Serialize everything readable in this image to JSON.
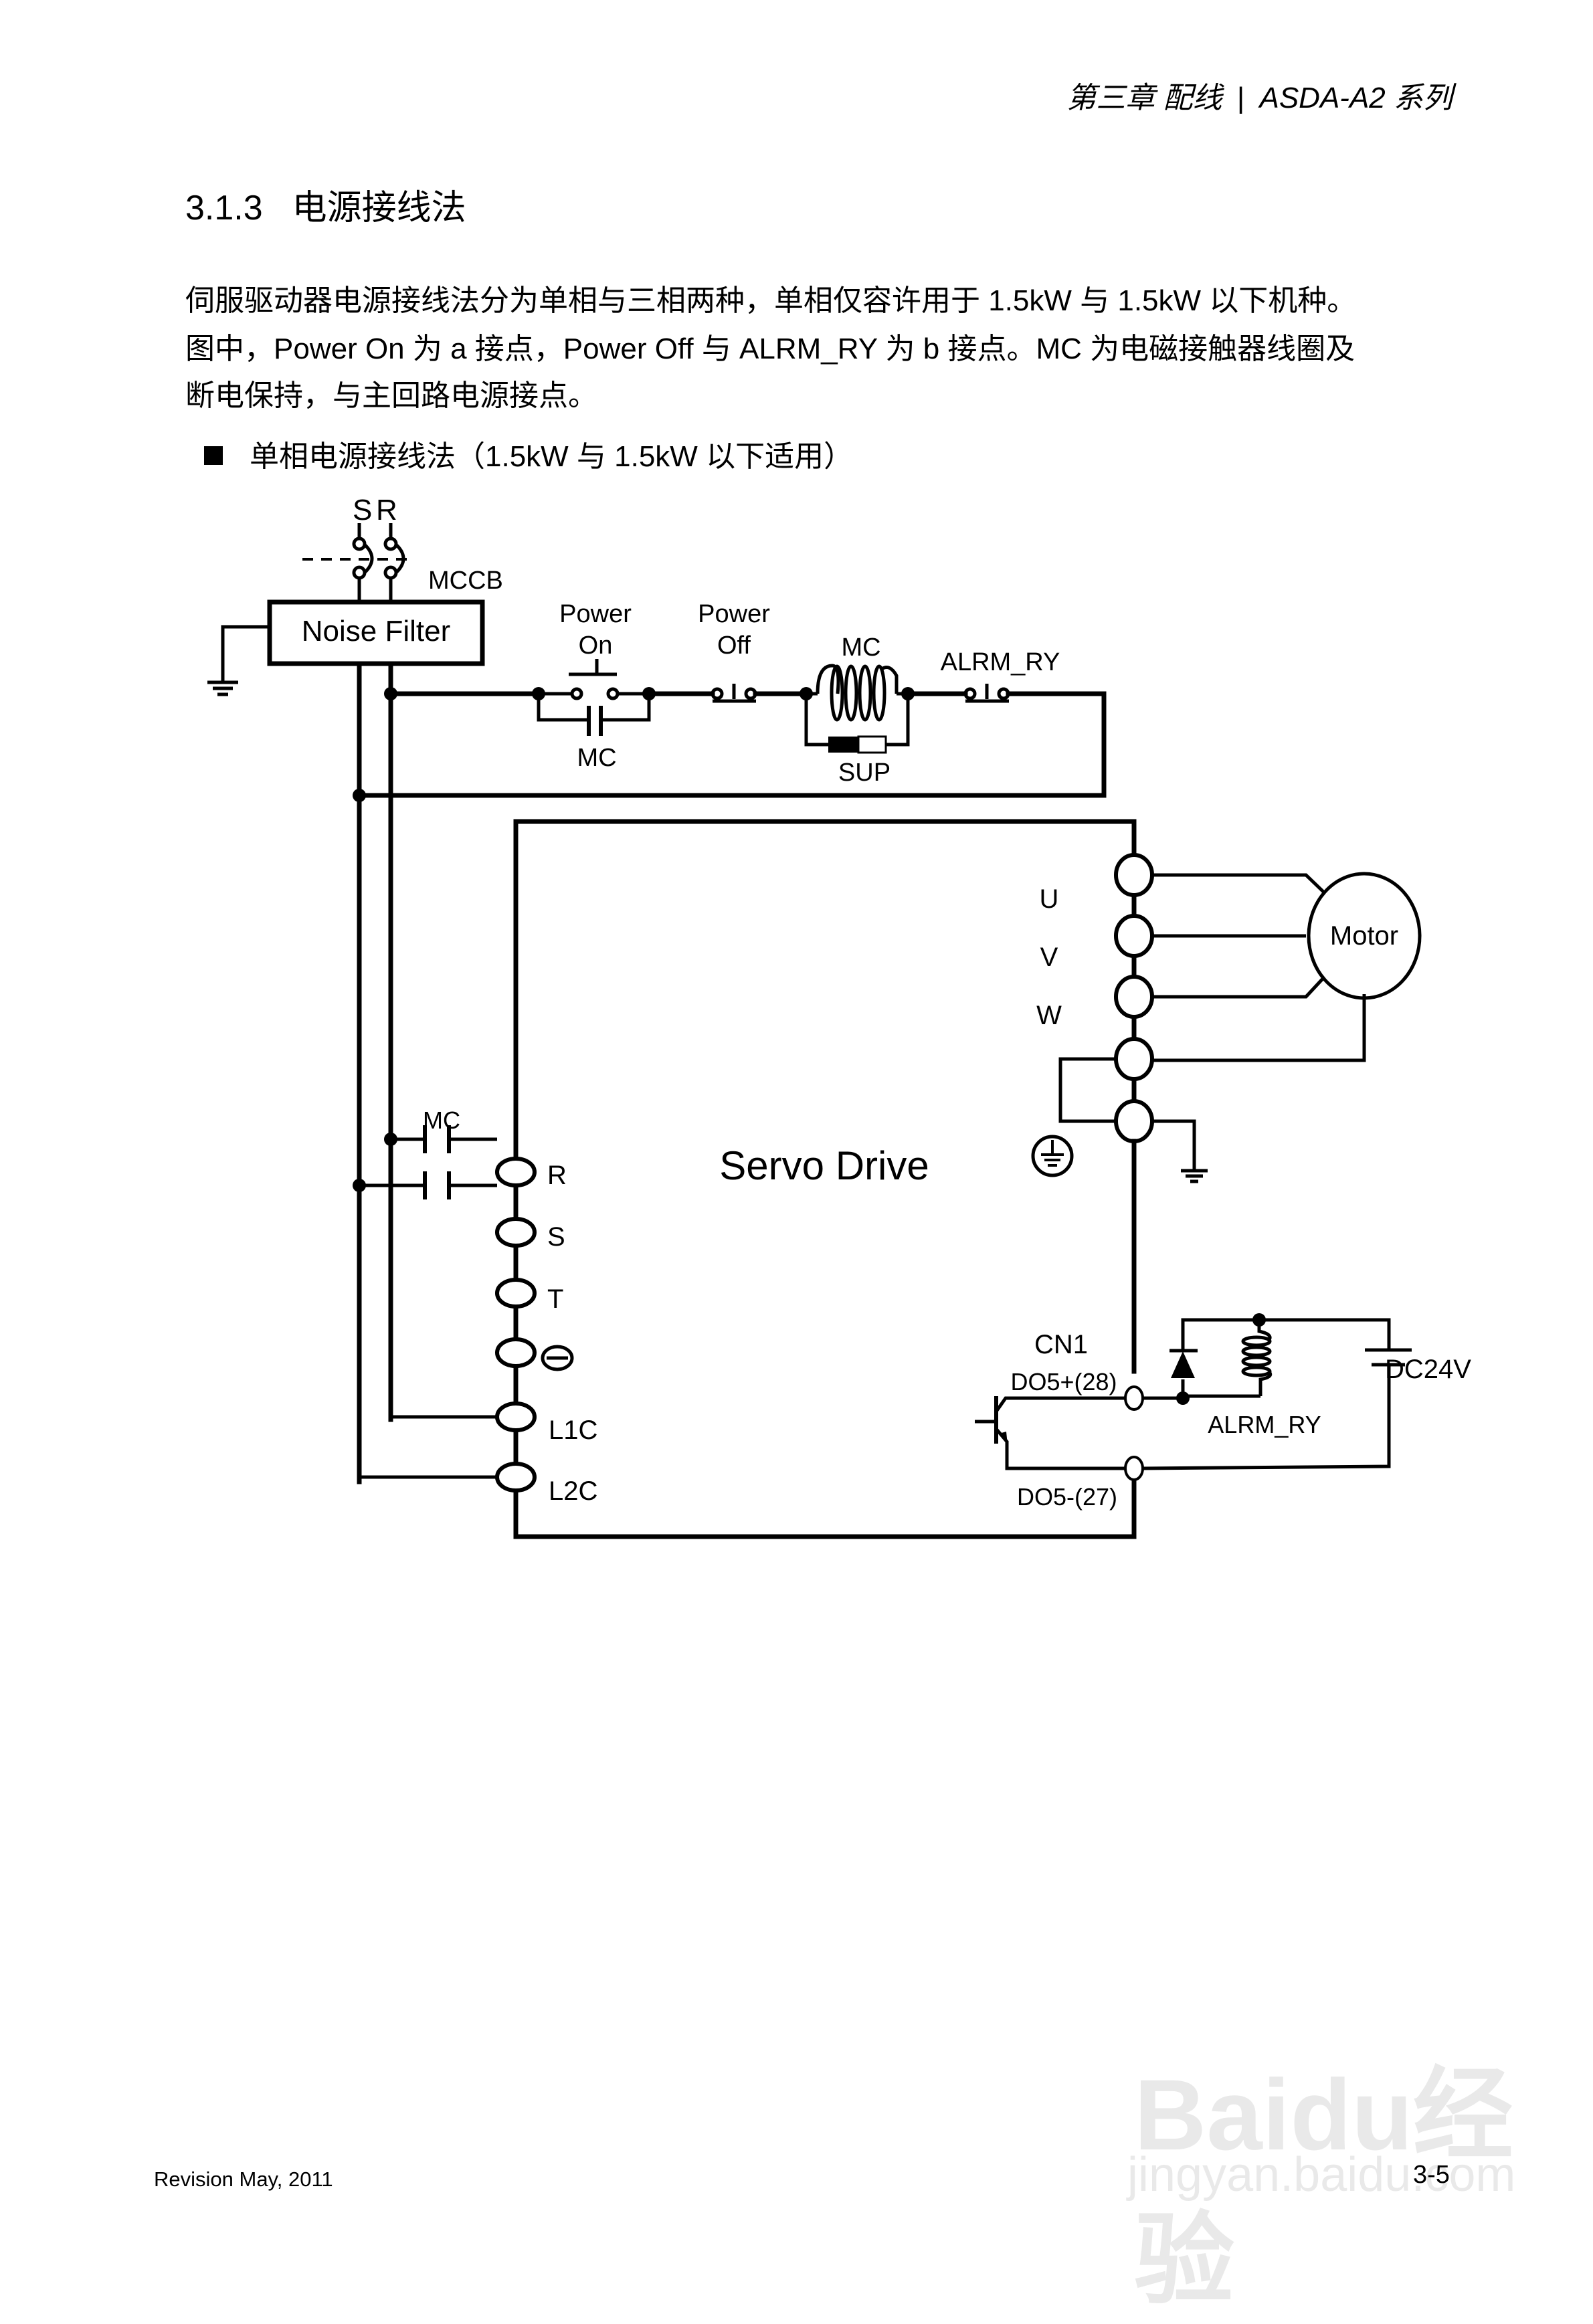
{
  "header": {
    "chapter": "第三章 配线",
    "separator": "|",
    "series": "ASDA-A2 系列"
  },
  "section": {
    "number": "3.1.3",
    "title": "电源接线法"
  },
  "paragraph": {
    "lines": [
      "伺服驱动器电源接线法分为单相与三相两种，单相仅容许用于 1.5kW 与 1.5kW 以下机种。",
      "图中，Power On 为 a 接点，Power Off 与 ALRM_RY 为 b 接点。MC 为电磁接触器线圈及",
      "断电保持，与主回路电源接点。"
    ]
  },
  "bullet": {
    "text": "单相电源接线法（1.5kW 与 1.5kW 以下适用）"
  },
  "diagram": {
    "input_labels": {
      "s": "S",
      "r": "R"
    },
    "breaker_label": "MCCB",
    "noise_filter_label": "Noise Filter",
    "power_on_label": [
      "Power",
      "On"
    ],
    "power_off_label": [
      "Power",
      "Off"
    ],
    "mc_coil_label": "MC",
    "mc_aux_contact_label": "MC",
    "suppressor_label": "SUP",
    "alarm_contact_label": "ALRM_RY",
    "servo_drive_label": "Servo Drive",
    "main_contact_label": "MC",
    "left_terminals": [
      "R",
      "S",
      "T",
      "⊖",
      "L1C",
      "L2C"
    ],
    "right_terminals": [
      "U",
      "V",
      "W"
    ],
    "motor_label": "Motor",
    "cn1_label": "CN1",
    "do_plus_label": "DO5+(28)",
    "do_minus_label": "DO5-(27)",
    "relay_label": "ALRM_RY",
    "supply_label": "DC24V"
  },
  "footer": {
    "revision": "Revision May, 2011",
    "page": "3-5"
  },
  "watermark": {
    "brand": "Baidu经验",
    "url": "jingyan.baidu.com"
  }
}
